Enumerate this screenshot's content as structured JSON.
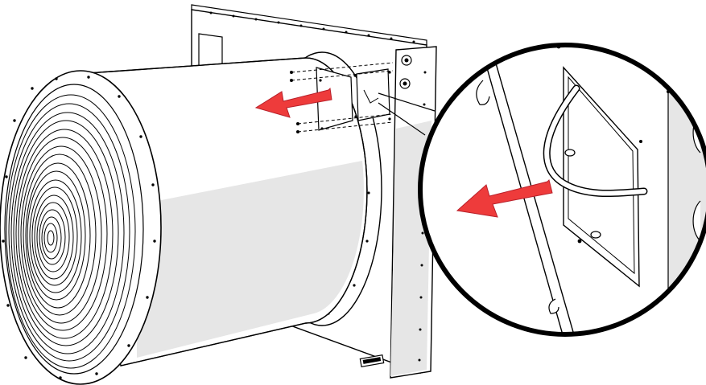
{
  "colors": {
    "outline": "#000000",
    "panel_fill": "#ffffff",
    "shade": "#e6e6e6",
    "arrow": "#ee3b3b",
    "arrow_stroke": "#b8202a"
  },
  "illustration": {
    "subject": "axial-fan-duct-assembly",
    "callout": "detail-magnifier",
    "arrow_count": 2
  }
}
